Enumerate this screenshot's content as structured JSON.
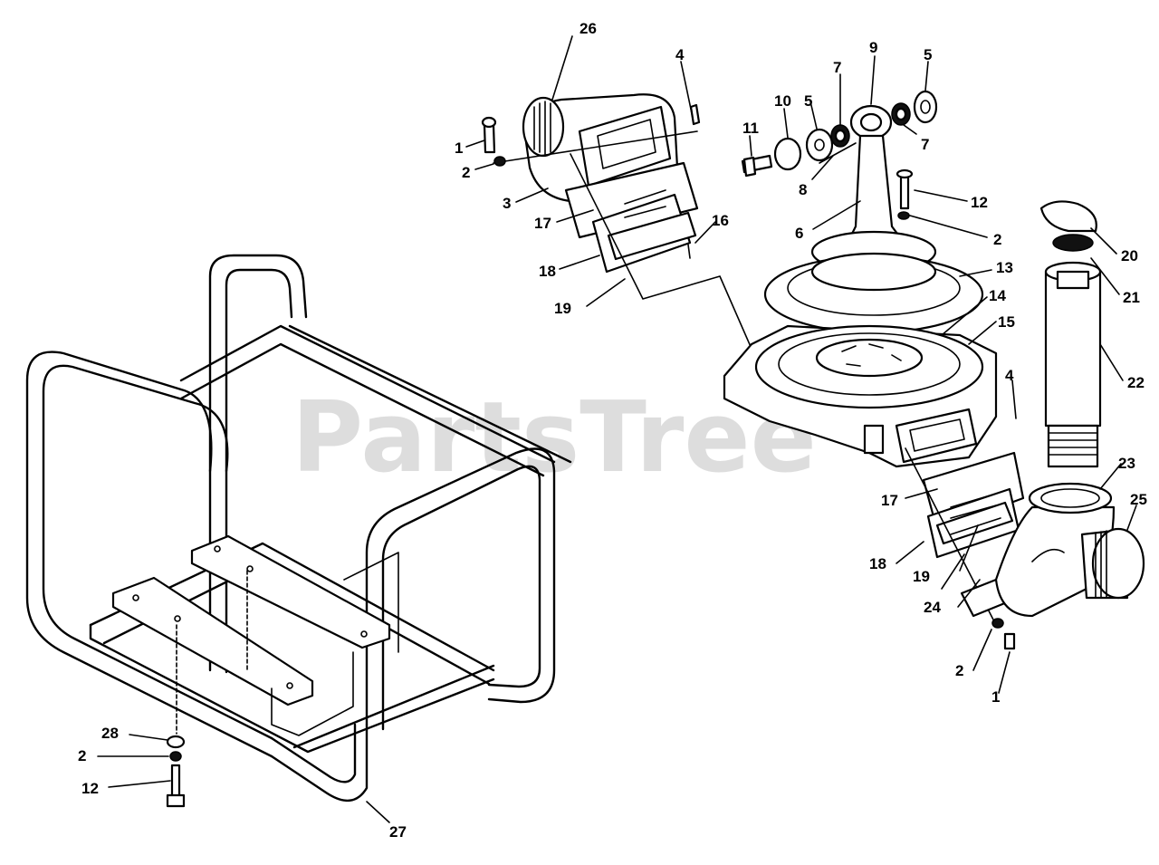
{
  "watermark": {
    "text": "PartsTree",
    "mark": "™"
  },
  "callouts": [
    {
      "id": "c26",
      "text": "26"
    },
    {
      "id": "c4a",
      "text": "4"
    },
    {
      "id": "c1a",
      "text": "1"
    },
    {
      "id": "c2a",
      "text": "2"
    },
    {
      "id": "c3",
      "text": "3"
    },
    {
      "id": "c17a",
      "text": "17"
    },
    {
      "id": "c16",
      "text": "16"
    },
    {
      "id": "c18a",
      "text": "18"
    },
    {
      "id": "c19a",
      "text": "19"
    },
    {
      "id": "c10",
      "text": "10"
    },
    {
      "id": "c5a",
      "text": "5"
    },
    {
      "id": "c7a",
      "text": "7"
    },
    {
      "id": "c9",
      "text": "9"
    },
    {
      "id": "c5b",
      "text": "5"
    },
    {
      "id": "c7b",
      "text": "7"
    },
    {
      "id": "c11",
      "text": "11"
    },
    {
      "id": "c8",
      "text": "8"
    },
    {
      "id": "c12a",
      "text": "12"
    },
    {
      "id": "c6",
      "text": "6"
    },
    {
      "id": "c2b",
      "text": "2"
    },
    {
      "id": "c20",
      "text": "20"
    },
    {
      "id": "c13",
      "text": "13"
    },
    {
      "id": "c21",
      "text": "21"
    },
    {
      "id": "c14",
      "text": "14"
    },
    {
      "id": "c15",
      "text": "15"
    },
    {
      "id": "c22",
      "text": "22"
    },
    {
      "id": "c4b",
      "text": "4"
    },
    {
      "id": "c23",
      "text": "23"
    },
    {
      "id": "c25",
      "text": "25"
    },
    {
      "id": "c17b",
      "text": "17"
    },
    {
      "id": "c18b",
      "text": "18"
    },
    {
      "id": "c19b",
      "text": "19"
    },
    {
      "id": "c24",
      "text": "24"
    },
    {
      "id": "c2c",
      "text": "2"
    },
    {
      "id": "c1b",
      "text": "1"
    },
    {
      "id": "c28",
      "text": "28"
    },
    {
      "id": "c2d",
      "text": "2"
    },
    {
      "id": "c12b",
      "text": "12"
    },
    {
      "id": "c27",
      "text": "27"
    }
  ]
}
